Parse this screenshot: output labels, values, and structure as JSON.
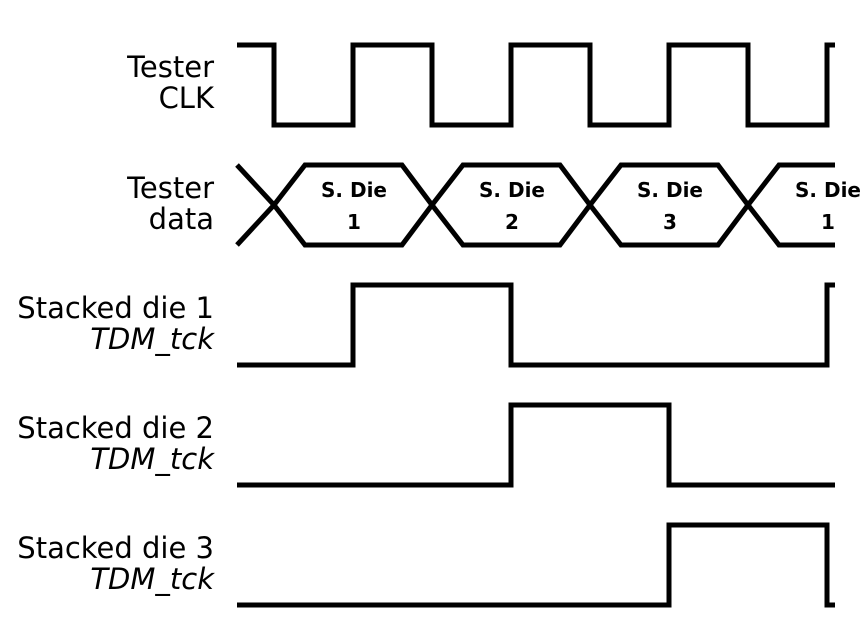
{
  "signals": [
    {
      "id": "clk",
      "name_line1": "Tester",
      "name_line2": "CLK"
    },
    {
      "id": "data",
      "name_line1": "Tester",
      "name_line2": "data"
    },
    {
      "id": "die1",
      "name_line1": "Stacked die 1",
      "name_line2": "TDM_tck"
    },
    {
      "id": "die2",
      "name_line1": "Stacked die 2",
      "name_line2": "TDM_tck"
    },
    {
      "id": "die3",
      "name_line1": "Stacked die 3",
      "name_line2": "TDM_tck"
    }
  ],
  "data_cells": [
    {
      "line1": "S. Die",
      "line2": "1"
    },
    {
      "line1": "S. Die",
      "line2": "2"
    },
    {
      "line1": "S. Die",
      "line2": "3"
    },
    {
      "line1": "S. Die",
      "line2": "1"
    }
  ]
}
